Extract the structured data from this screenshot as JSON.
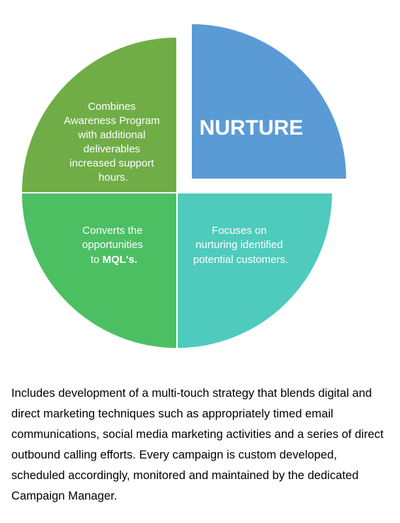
{
  "diagram": {
    "title": "NURTURE",
    "colors": {
      "top_right": "#5b9bd5",
      "top_left": "#70ad47",
      "bottom_left": "#4cbf63",
      "bottom_right": "#4ecbbd"
    },
    "quadrants": {
      "top_left": {
        "lines": [
          "Combines",
          "Awareness Program",
          "with additional",
          "deliverables",
          "increased support",
          "hours."
        ]
      },
      "bottom_left": {
        "lines": [
          "Converts the",
          "opportunities"
        ],
        "last_prefix": "to ",
        "last_bold": "MQL's."
      },
      "bottom_right": {
        "lines": [
          "Focuses on",
          "nurturing identified",
          "potential customers."
        ]
      }
    }
  },
  "description": "Includes development of a multi-touch strategy that blends digital and direct marketing techniques such as appropriately timed email communications, social media marketing activities and a series of direct outbound calling efforts. Every campaign is custom developed, scheduled accordingly, monitored and maintained by the dedicated Campaign Manager."
}
